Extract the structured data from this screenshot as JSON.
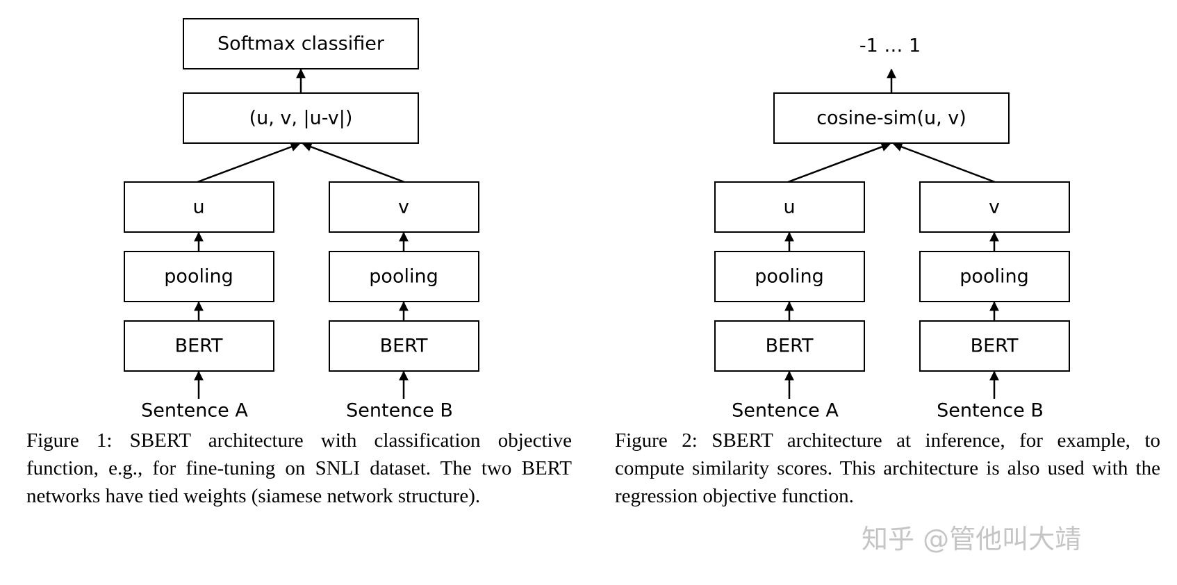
{
  "figure1": {
    "top_label": "Softmax classifier",
    "concat_label": "(u, v, |u-v|)",
    "branch_a": {
      "embedding": "u",
      "pooling": "pooling",
      "encoder": "BERT",
      "input": "Sentence A"
    },
    "branch_b": {
      "embedding": "v",
      "pooling": "pooling",
      "encoder": "BERT",
      "input": "Sentence B"
    },
    "caption": "Figure 1: SBERT architecture with classification objective function, e.g., for fine-tuning on SNLI dataset. The two BERT networks have tied weights (siamese network structure)."
  },
  "figure2": {
    "output_label": "-1 … 1",
    "similarity_label": "cosine-sim(u, v)",
    "branch_a": {
      "embedding": "u",
      "pooling": "pooling",
      "encoder": "BERT",
      "input": "Sentence A"
    },
    "branch_b": {
      "embedding": "v",
      "pooling": "pooling",
      "encoder": "BERT",
      "input": "Sentence B"
    },
    "caption": "Figure 2: SBERT architecture at inference, for example, to compute similarity scores. This architecture is also used with the regression objective function."
  },
  "watermark": "知乎 @管他叫大靖"
}
